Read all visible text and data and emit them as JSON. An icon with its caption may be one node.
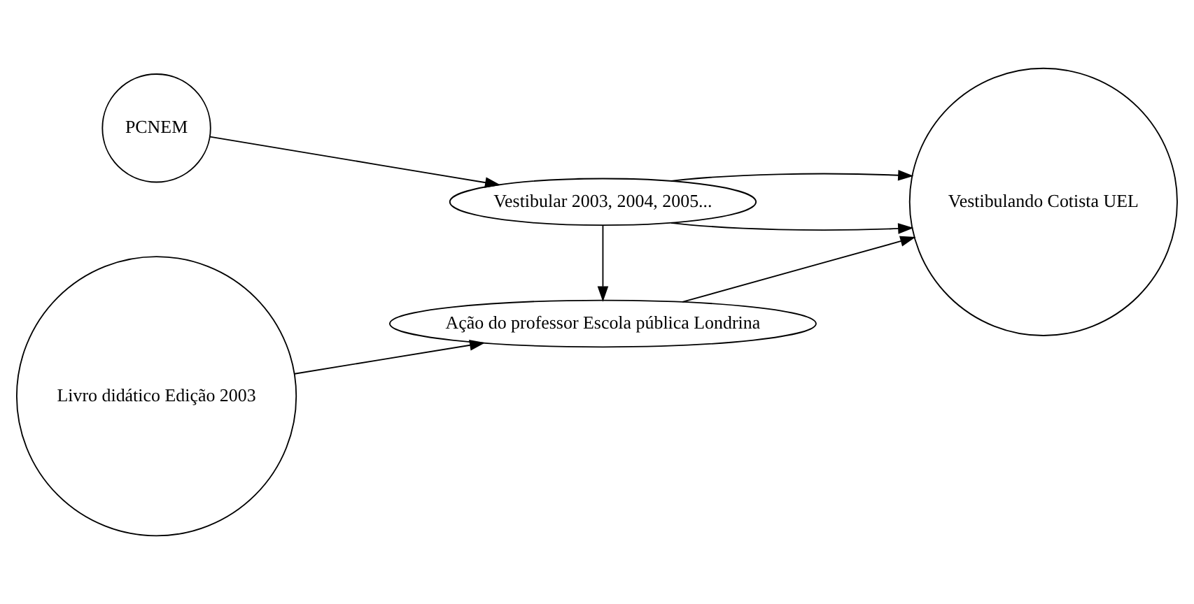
{
  "diagram": {
    "nodes": [
      {
        "text": [
          "PCNEM"
        ]
      },
      {
        "text": [
          "Vestibular 2003, 2004, 2005..."
        ]
      },
      {
        "text": [
          "Vestibulando Cotista UEL"
        ]
      },
      {
        "text": [
          "Livro didático Edição 2003"
        ]
      },
      {
        "text": [
          "Ação do professor Escola pública Londrina"
        ]
      }
    ],
    "edges": [
      {
        "from": 0,
        "to": 1,
        "arrow": "to"
      },
      {
        "from": 1,
        "to": 2,
        "arrow": "to"
      },
      {
        "from": 1,
        "to": 2,
        "arrow": "to"
      },
      {
        "from": 1,
        "to": 4,
        "arrow": "to"
      },
      {
        "from": 3,
        "to": 4,
        "arrow": "to"
      },
      {
        "from": 4,
        "to": 2,
        "arrow": "to"
      }
    ]
  }
}
